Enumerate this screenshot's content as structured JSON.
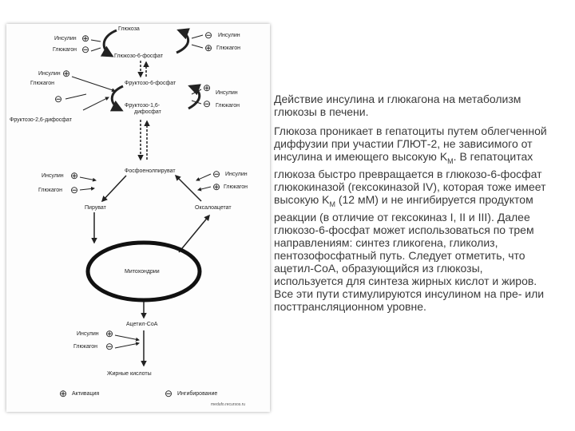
{
  "diagram": {
    "labels": {
      "glucose": "Глюкоза",
      "g6p": "Глюкозо-6-фосфат",
      "f6p": "Фруктозо-6-фосфат",
      "f16bp_line1": "Фруктозо-1,6-",
      "f16bp_line2": "дифосфат",
      "f26bp": "Фруктозо-2,6-дифосфат",
      "pep": "Фосфоенолпируват",
      "pyruvate": "Пируват",
      "oxaloacetate": "Оксалоацетат",
      "mitochondria": "Митохондрии",
      "acetylcoa": "Ацетил-СоА",
      "fatty_acids": "Жирные кислоты"
    },
    "regulators": {
      "insulin": "Инсулин",
      "glucagon": "Глюкагон"
    },
    "legend": {
      "activation": "Активация",
      "inhibition": "Ингибирование",
      "plus_symbol": "⊕",
      "minus_symbol": "⊖"
    },
    "watermark": "medufo.recursos.ru"
  },
  "text": {
    "heading": "Действие инсулина и глюкагона на метаболизм глюкозы в печени.",
    "body_1": "Глюкоза проникает в гепатоциты путем облегченной диффузии при участии ГЛЮТ-2, не зависимого от инсулина и имеющего высокую K",
    "sub_m1": "M",
    "body_2": ". В гепатоцитах глюкоза быстро превращается в глюкозо-6-фосфат глюкокиназой (гексокиназой IV), которая тоже имеет высокую K",
    "sub_m2": "M",
    "body_3": " (12 мМ) и не ингибируется продуктом реакции (в отличие от гексокиназ I, II и III). Далее глюкозо-6-фосфат может использоваться по трем направлениям: синтез гликогена, гликолиз, пентозофосфатный путь. Следует отметить, что ацетил-СоА, образующийся из глюкозы, используется для синтеза жирных кислот и жиров. Все эти пути стимулируются инсулином на пре- или посттрансляционном уровне."
  }
}
